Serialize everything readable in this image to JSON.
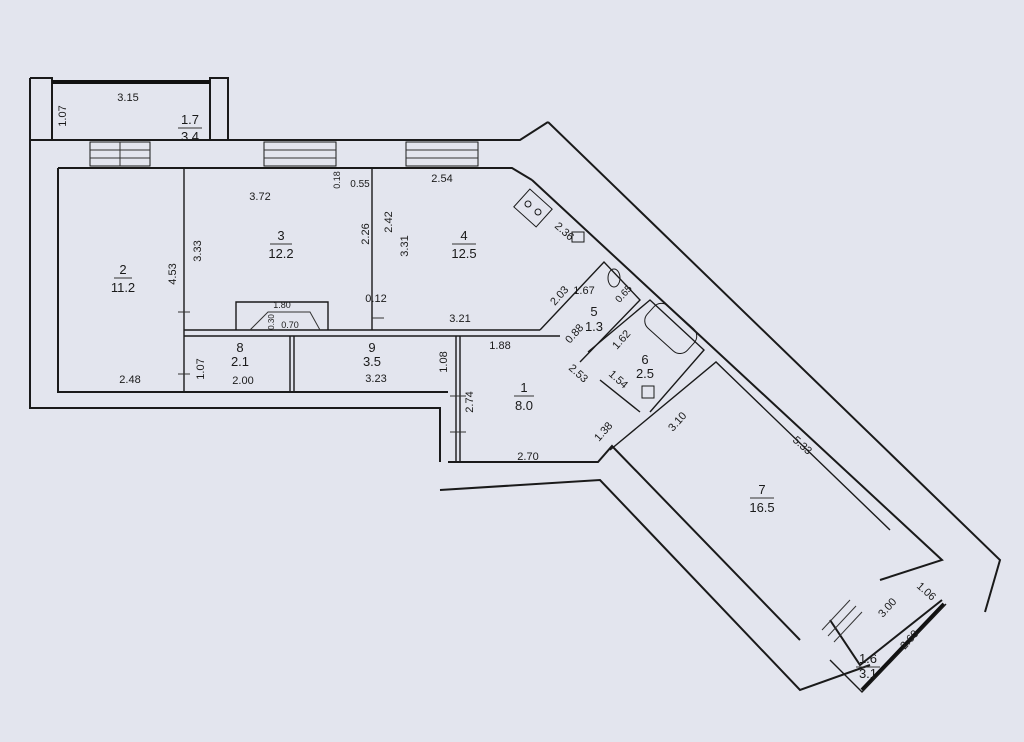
{
  "rooms": [
    {
      "number": "1",
      "area": "8.0"
    },
    {
      "number": "2",
      "area": "11.2"
    },
    {
      "number": "3",
      "area": "12.2"
    },
    {
      "number": "4",
      "area": "12.5"
    },
    {
      "number": "5",
      "area": "1.3"
    },
    {
      "number": "6",
      "area": "2.5"
    },
    {
      "number": "7",
      "area": "16.5"
    },
    {
      "number": "8",
      "area": "2.1"
    },
    {
      "number": "9",
      "area": "3.5"
    },
    {
      "number": "1.7",
      "area": "3.4"
    },
    {
      "number": "1.6",
      "area": "3.1"
    }
  ],
  "dimensions": {
    "balcony17_width": "3.15",
    "balcony17_depth": "1.07",
    "room2_height": "4.53",
    "room2_bottom": "2.48",
    "room3_top": "3.72",
    "room3_left": "3.33",
    "room3_right": "2.26",
    "wall_gap": "0.18",
    "wall_gap2": "0.55",
    "room4_left": "2.42",
    "room4_left2": "3.31",
    "room4_top": "2.54",
    "room4_diag": "2.36",
    "wall_012": "0.12",
    "niche_width": "1.80",
    "niche_depth": "0.30",
    "niche_small": "0.70",
    "corridor_321": "3.21",
    "room8_width": "2.00",
    "room8_height": "1.07",
    "room9_width": "3.23",
    "room9_height": "1.08",
    "room1_top": "1.88",
    "room1_left": "2.74",
    "room1_bottom": "2.70",
    "room1_diag": "2.53",
    "room1_side": "1.38",
    "wc_a": "2.03",
    "wc_b": "1.67",
    "wc_c": "0.88",
    "wc_d": "0.65",
    "bath_a": "1.62",
    "bath_b": "1.54",
    "room7_top": "3.10",
    "room7_side": "5.33",
    "balcony16_a": "3.00",
    "balcony16_b": "1.06",
    "balcony16_c": "2.60"
  },
  "colors": {
    "paper": "#e3e5ee",
    "ink": "#1a1a1a"
  }
}
